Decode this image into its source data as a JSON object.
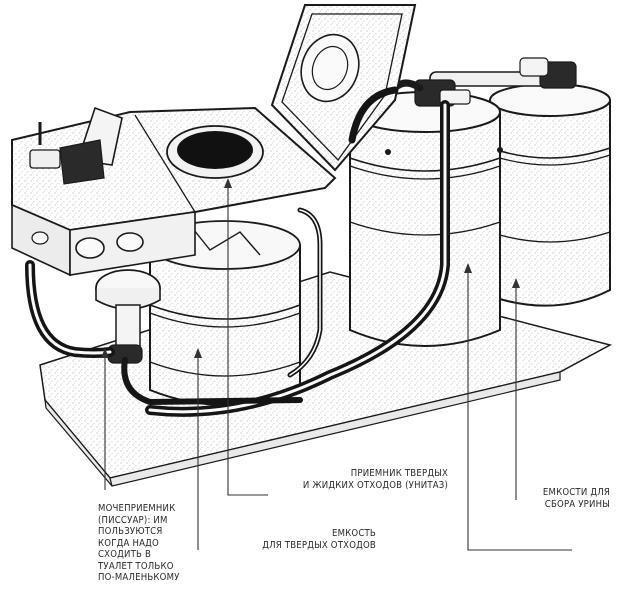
{
  "labels": {
    "urinal": {
      "line1": "МОЧЕПРИЕМНИК",
      "line2": "(ПИССУАР): ИМ",
      "line3": "ПОЛЬЗУЮТСЯ",
      "line4": "КОГДА НАДО",
      "line5": "СХОДИТЬ В",
      "line6": "ТУАЛЕТ ТОЛЬКО",
      "line7": "ПО-МАЛЕНЬКОМУ"
    },
    "toilet": {
      "line1": "ПРИЕМНИК ТВЕРДЫХ",
      "line2": "И ЖИДКИХ ОТХОДОВ (УНИТАЗ)"
    },
    "solid_tank": {
      "line1": "ЕМКОСТЬ",
      "line2": "ДЛЯ ТВЕРДЫХ ОТХОДОВ"
    },
    "urine_tanks": {
      "line1": "ЕМКОСТИ ДЛЯ",
      "line2": "СБОРА УРИНЫ"
    }
  },
  "colors": {
    "ink": "#1a1a1a",
    "stipple": "#cfcfcf",
    "paper": "#ffffff",
    "leader": "#333333"
  }
}
